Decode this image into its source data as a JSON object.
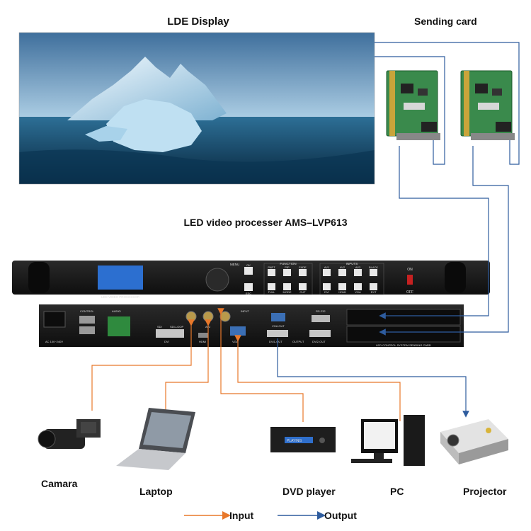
{
  "title_display": "LDE  Display",
  "title_sending_card": "Sending card",
  "title_processor": "LED video processer AMS–LVP613",
  "front_panel": {
    "screen_caption": "LED VIDEO PROCESSOR",
    "menu": "MENU",
    "ok": "OK",
    "esc": "ESC",
    "function": "FUNCTION",
    "function_keys": [
      "PART",
      "PIP",
      "FADE",
      "FULL",
      "MODE",
      "CUT"
    ],
    "inputs": "INPUTS",
    "input_keys": [
      "AV1",
      "AV2",
      "AV3",
      "BLACK",
      "DVI",
      "HDMI",
      "VGA",
      "EXT"
    ],
    "power_on": "ON",
    "power_off": "OFF"
  },
  "rear_panel": {
    "control": "CONTROL",
    "audio": "AUDIO",
    "input": "INPUT",
    "rs232": "RS-232",
    "vga_out": "VGA OUT",
    "dvi1_out": "DVI1-OUT",
    "output": "OUTPUT",
    "dvi2_out": "DVI2-OUT",
    "dvi": "DVI",
    "hdmi": "HDMI",
    "vga": "VGA",
    "sdi": "SDI",
    "sdi_loop": "SDI-LOOP",
    "av2": "AV2",
    "ac": "AC 100~240V",
    "sending_bay": "LED CONTROL SYSTEM SENDING CARD"
  },
  "devices": {
    "camera": "Camara",
    "laptop": "Laptop",
    "dvd": "DVD player",
    "pc": "PC",
    "projector": "Projector"
  },
  "dvd_screen_text": "PLAYING",
  "legend": {
    "input": "Input",
    "output": "Output"
  },
  "colors": {
    "input_line": "#E8782A",
    "output_line": "#2E5C9E",
    "panel": "#1b1b1b"
  }
}
